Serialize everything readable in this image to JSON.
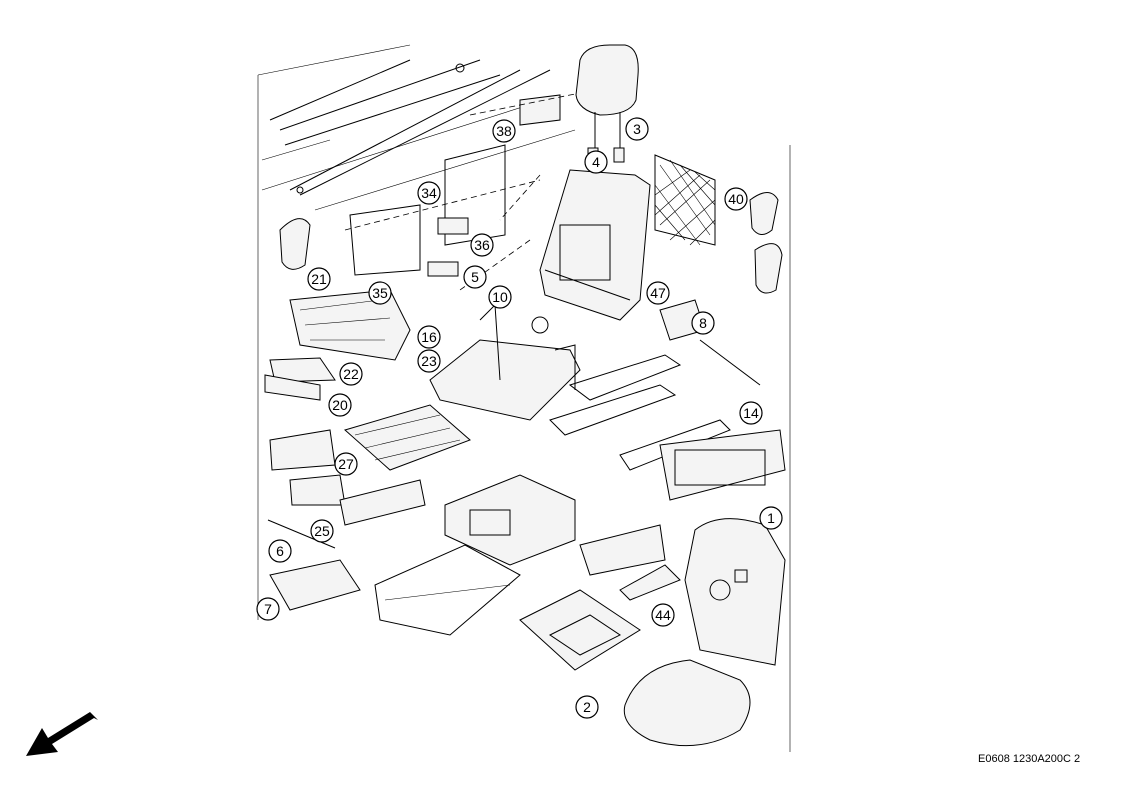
{
  "callouts": [
    {
      "id": "1",
      "label": "1"
    },
    {
      "id": "2",
      "label": "2"
    },
    {
      "id": "3",
      "label": "3"
    },
    {
      "id": "4",
      "label": "4"
    },
    {
      "id": "5",
      "label": "5"
    },
    {
      "id": "6",
      "label": "6"
    },
    {
      "id": "7",
      "label": "7"
    },
    {
      "id": "8",
      "label": "8"
    },
    {
      "id": "10",
      "label": "10"
    },
    {
      "id": "14",
      "label": "14"
    },
    {
      "id": "16",
      "label": "16"
    },
    {
      "id": "20",
      "label": "20"
    },
    {
      "id": "21",
      "label": "21"
    },
    {
      "id": "22",
      "label": "22"
    },
    {
      "id": "23",
      "label": "23"
    },
    {
      "id": "25",
      "label": "25"
    },
    {
      "id": "27",
      "label": "27"
    },
    {
      "id": "34",
      "label": "34"
    },
    {
      "id": "35",
      "label": "35"
    },
    {
      "id": "36",
      "label": "36"
    },
    {
      "id": "38",
      "label": "38"
    },
    {
      "id": "40",
      "label": "40"
    },
    {
      "id": "44",
      "label": "44"
    },
    {
      "id": "47",
      "label": "47"
    }
  ],
  "drawing_code": "E0608 1230A200C 2",
  "direction_arrow_icon": "front-direction-arrow-icon"
}
